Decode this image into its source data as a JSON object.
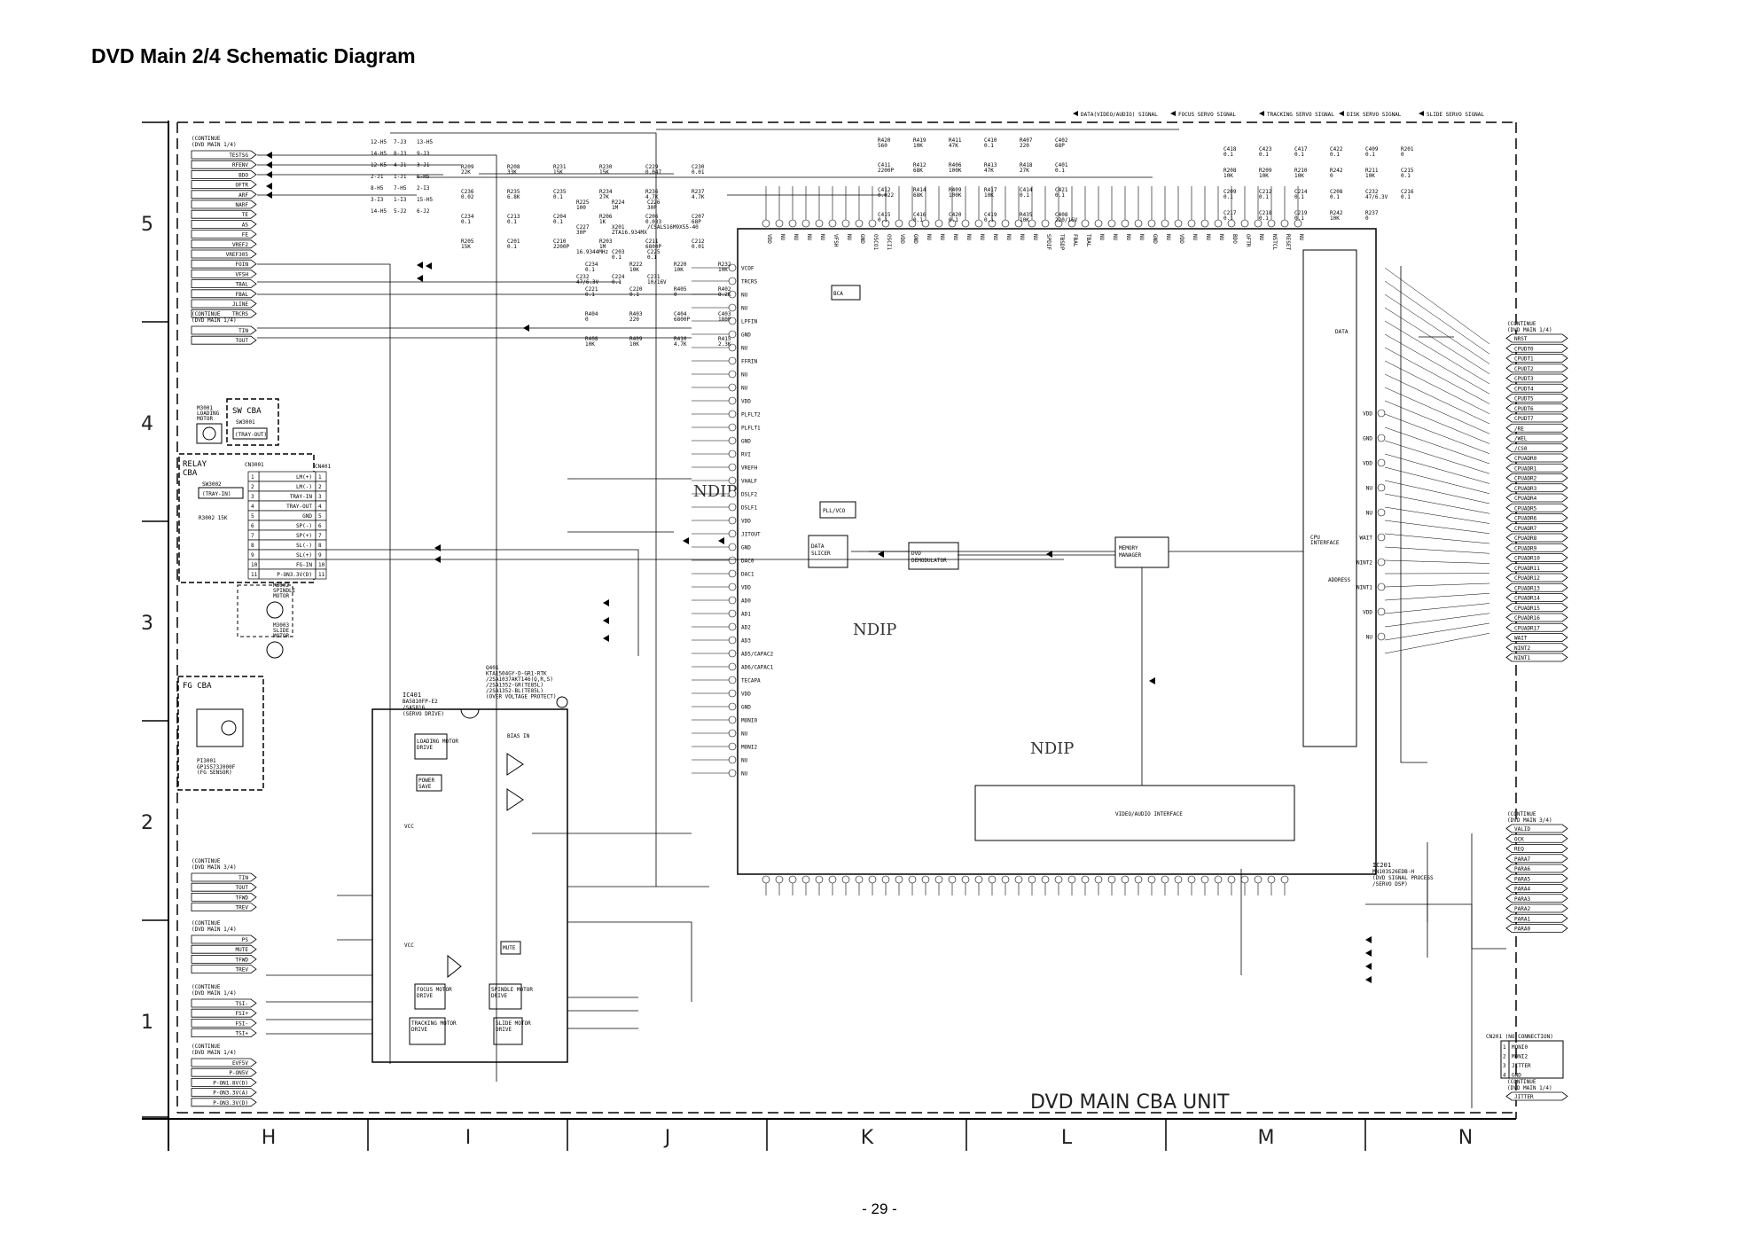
{
  "page": {
    "title": "DVD Main 2/4 Schematic Diagram",
    "page_number": "- 29 -",
    "unit_label": "DVD MAIN CBA UNIT"
  },
  "grid": {
    "rows": [
      "5",
      "4",
      "3",
      "2",
      "1"
    ],
    "columns": [
      "H",
      "I",
      "J",
      "K",
      "L",
      "M",
      "N"
    ]
  },
  "legend": [
    "DATA(VIDEO/AUDIO) SIGNAL",
    "FOCUS SERVO SIGNAL",
    "TRACKING SERVO SIGNAL",
    "DISK SERVO SIGNAL",
    "SLIDE SERVO SIGNAL"
  ],
  "connectors_left": [
    {
      "header": "(CONTINUE DVD MAIN 1/4)",
      "signals": [
        "TESTSG",
        "RFENV",
        "BDO",
        "OFTR",
        "ARF",
        "NARF",
        "TE",
        "AS",
        "FE",
        "VREF2",
        "VREF305",
        "FOIN",
        "VFSH",
        "TBAL",
        "FBAL",
        "JLINE",
        "TRCRS"
      ]
    },
    {
      "header": "(CONTINUE DVD MAIN 1/4)",
      "signals": [
        "TIN",
        "TOUT"
      ]
    },
    {
      "header": "(CONTINUE DVD MAIN 3/4)",
      "signals": [
        "TIN",
        "TOUT",
        "TFWD",
        "TREV"
      ]
    },
    {
      "header": "(CONTINUE DVD MAIN 1/4)",
      "signals": [
        "PS",
        "MUTE",
        "TFWD",
        "TREV"
      ]
    },
    {
      "header": "(CONTINUE DVD MAIN 1/4)",
      "signals": [
        "TSI-",
        "FSI+",
        "FSI-",
        "TSI+"
      ]
    },
    {
      "header": "(CONTINUE DVD MAIN 1/4)",
      "signals": [
        "EVF5V",
        "P-ON5V",
        "P-ON1.8V(D)",
        "P-ON3.3V(A)",
        "P-ON3.3V(D)"
      ]
    }
  ],
  "connectors_right": [
    {
      "header": "(CONTINUE DVD MAIN 1/4)",
      "signals": [
        "NRST",
        "CPUDT0",
        "CPUDT1",
        "CPUDT2",
        "CPUDT3",
        "CPUDT4",
        "CPUDT5",
        "CPUDT6",
        "CPUDT7",
        "/RE",
        "/WEL",
        "/CS0",
        "CPUADR0",
        "CPUADR1",
        "CPUADR2",
        "CPUADR3",
        "CPUADR4",
        "CPUADR5",
        "CPUADR6",
        "CPUADR7",
        "CPUADR8",
        "CPUADR9",
        "CPUADR10",
        "CPUADR11",
        "CPUADR12",
        "CPUADR13",
        "CPUADR14",
        "CPUADR15",
        "CPUADR16",
        "CPUADR17",
        "WAIT",
        "NINT2",
        "NINT1"
      ]
    },
    {
      "header": "(CONTINUE DVD MAIN 3/4)",
      "signals": [
        "VALID",
        "OCK",
        "REQ",
        "PARA7",
        "PARA6",
        "PARA5",
        "PARA4",
        "PARA3",
        "PARA2",
        "PARA1",
        "PARA0"
      ]
    },
    {
      "header": "CN201 (NO CONNECTION)",
      "pins": [
        "1",
        "2",
        "3",
        "4"
      ],
      "signals": [
        "MONI0",
        "MONI2",
        "JITTER",
        "GND"
      ]
    },
    {
      "header": "(CONTINUE DVD MAIN 1/4)",
      "signals": [
        "JITTER"
      ]
    }
  ],
  "sub_boards": {
    "sw_cba": {
      "title": "SW CBA",
      "part": "SW3001",
      "label": "(TRAY-OUT)"
    },
    "relay_cba": {
      "title": "RELAY CBA",
      "parts": [
        "CN3001",
        "SW3002",
        "(TRAY-IN)",
        "R3002 15K"
      ]
    },
    "fg_cba": {
      "title": "FG CBA",
      "part": "PI3001",
      "parts": [
        "GP1S573J000F",
        "(FG SENSOR)"
      ]
    },
    "loading_motor": [
      "M3001",
      "LOADING",
      "MOTOR"
    ],
    "spindle_motor": [
      "M3002",
      "SPINDLE",
      "MOTOR"
    ],
    "slide_motor": [
      "M3003",
      "SLIDE",
      "MOTOR"
    ]
  },
  "cn401": {
    "label": "CN401",
    "pins": [
      "1",
      "2",
      "3",
      "4",
      "5",
      "6",
      "7",
      "8",
      "9",
      "10",
      "11"
    ],
    "signals": [
      "LM(+)",
      "LM(-)",
      "TRAY-IN",
      "TRAY-OUT",
      "GND",
      "SP(-)",
      "SP(+)",
      "SL(-)",
      "SL(+)",
      "FG-IN",
      "P-ON3.3V(D)"
    ]
  },
  "ic401": {
    "lines": [
      "IC401",
      "BA5810FP-E2",
      "/SA5816",
      "(SERVO DRIVE)"
    ],
    "blocks": [
      "LOADING MOTOR DRIVE",
      "POWER SAVE",
      "MUTE",
      "FOCUS MOTOR DRIVE",
      "TRACKING MOTOR DRIVE",
      "SPINDLE MOTOR DRIVE",
      "SLIDE MOTOR DRIVE"
    ],
    "vcc": "VCC",
    "bias_in": "BIAS IN",
    "q401": [
      "Q401",
      "KTA1504GY-D-GR1-RTK",
      "/2SA1037AKT146(Q,R,S)",
      "/2SA1352-GR(TE85L)",
      "/2SA1352-BL(TE85L)",
      "(OVER VOLTAGE PROTECT)"
    ]
  },
  "ic201": {
    "lines": [
      "IC201",
      "MN103S26EDB-H",
      "(DVD SIGNAL PROCESS",
      "/SERVO DSP)"
    ],
    "blocks": [
      "DATA SLICER",
      "DVD DEMODULATOR",
      "MEMORY MANAGER",
      "VIDEO/AUDIO INTERFACE",
      "PLL/VCO",
      "BCA",
      "CPU INTERFACE"
    ],
    "watermark": "NDIP",
    "labels": {
      "data": "DATA",
      "address": "ADDRESS"
    },
    "left_pins": [
      "VCOF",
      "TRCRS",
      "NU",
      "NU",
      "LPFIN",
      "GND",
      "NU",
      "FFRIN",
      "NU",
      "NU",
      "VDD",
      "PLFLT2",
      "PLFLT1",
      "GND",
      "RVI",
      "VREFH",
      "VHALF",
      "DSLF2",
      "DSLF1",
      "VDD",
      "JITOUT",
      "GND",
      "DAC0",
      "DAC1",
      "VDD",
      "AD0",
      "AD1",
      "AD2",
      "AD3",
      "AD5/CAPAC2",
      "AD6/CAPAC1",
      "TECAPA",
      "VDD",
      "GND",
      "MONI0",
      "NU",
      "MONI2",
      "NU",
      "NU"
    ],
    "top_pins": [
      "VDD",
      "NU",
      "NU",
      "NU",
      "NU",
      "VFSH",
      "NU",
      "GND",
      "OSCO1",
      "OSCI1",
      "VDD",
      "GND",
      "NU",
      "NU",
      "NU",
      "NU",
      "NU",
      "NU",
      "NU",
      "NU",
      "NU",
      "SPDIF",
      "TBSDP",
      "FBAL",
      "TBAL",
      "NU",
      "NU",
      "NU",
      "NU",
      "GND",
      "NU",
      "VDD",
      "NU",
      "NU",
      "NU",
      "BDO",
      "OFTR",
      "NU",
      "NSTCL",
      "RESET",
      "NU"
    ],
    "right_pins": [
      "VDD",
      "GND",
      "VDD",
      "NU",
      "NU",
      "WAIT",
      "NINT2",
      "NINT1",
      "VDD",
      "NU"
    ]
  },
  "components": [
    "R209 22K",
    "R208 33K",
    "R231 15K",
    "R230 15K",
    "C229 0.047",
    "C230 0.01",
    "C236 0.02",
    "R235 6.8K",
    "C235 0.1",
    "R234 27K",
    "R236 4.7K",
    "R237 4.7K",
    "C234 0.1",
    "C213 0.1",
    "C204 0.1",
    "R206 1K",
    "C206 0.033",
    "C207 68P",
    "R205 15K",
    "C201 0.1",
    "C210 2200P",
    "R203 1M",
    "C211 6800P",
    "C212 0.01",
    "R225 100",
    "R224 1M",
    "C226 30P",
    "C227 30P",
    "X201 ZTA16.934MX",
    "/CSALS16M9X55-40",
    "16.9344MHz",
    "C203 0.1",
    "C225 0.1",
    "C232 47/6.3V",
    "C224 0.1",
    "C231 10/16V",
    "C234 0.1",
    "R222 10K",
    "R220 10K",
    "R232 10K",
    "C221 0.1",
    "C220 0.1",
    "R405 0",
    "R402 8.2K",
    "R404 0",
    "R403 220",
    "C404 6800P",
    "C403 180P",
    "R408 10K",
    "R409 10K",
    "R410 4.7K",
    "R415 2.3K",
    "R420 560",
    "R419 10K",
    "R411 47K",
    "C410 0.1",
    "R407 220",
    "C402 68P",
    "C411 2200P",
    "R412 68K",
    "R406 100K",
    "R413 47K",
    "R418 27K",
    "C401 0.1",
    "C412 0.022",
    "R414 68K",
    "R409 100K",
    "R417 10K",
    "C414 0.1",
    "C421 0.1",
    "C415 0.1",
    "C416 0.1",
    "C420 0.1",
    "C419 0.1",
    "R435 10K",
    "C408 220/16V",
    "C418 0.1",
    "C423 0.1",
    "C417 0.1",
    "C422 0.1",
    "C409 0.1",
    "R201 0",
    "R208 10K",
    "R209 10K",
    "R210 10K",
    "R242 0",
    "R211 10K",
    "C215 0.1",
    "C209 0.1",
    "C212 0.1",
    "C214 0.1",
    "C208 0.1",
    "C232 47/6.3V",
    "C216 0.1",
    "C217 0.1",
    "C218 0.1",
    "C219 0.1",
    "R242 10K",
    "R237 0"
  ],
  "net_labels": [
    "12-H5",
    "7-J3",
    "13-H5",
    "14-H5",
    "8-J3",
    "9-J3",
    "12-K5",
    "4-J1",
    "3-J1",
    "2-J1",
    "1-J1",
    "6-H5",
    "8-H5",
    "7-H5",
    "2-I3",
    "3-I3",
    "1-I3",
    "15-H5",
    "14-H5",
    "5-J2",
    "6-J2"
  ]
}
